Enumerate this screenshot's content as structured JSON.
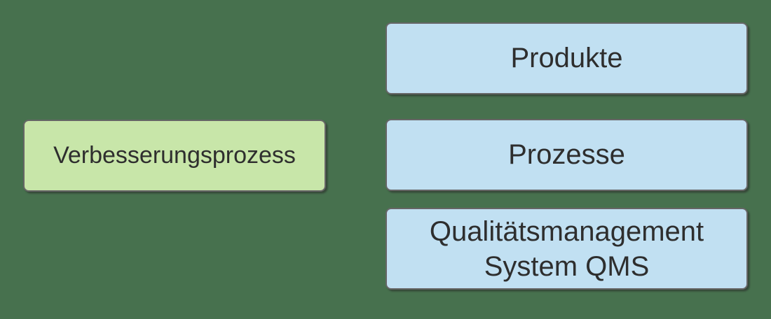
{
  "colors": {
    "background": "#47714e",
    "green_fill": "#c8e6a9",
    "blue_fill": "#c1e0f2",
    "border": "#666666",
    "text": "#2e2e2e"
  },
  "nodes": {
    "improvement": {
      "label": "Verbesserungsprozess"
    },
    "products": {
      "label": "Produkte"
    },
    "processes": {
      "label": "Prozesse"
    },
    "qms": {
      "lines": [
        "Qualitätsmanagement",
        "System QMS"
      ]
    }
  }
}
